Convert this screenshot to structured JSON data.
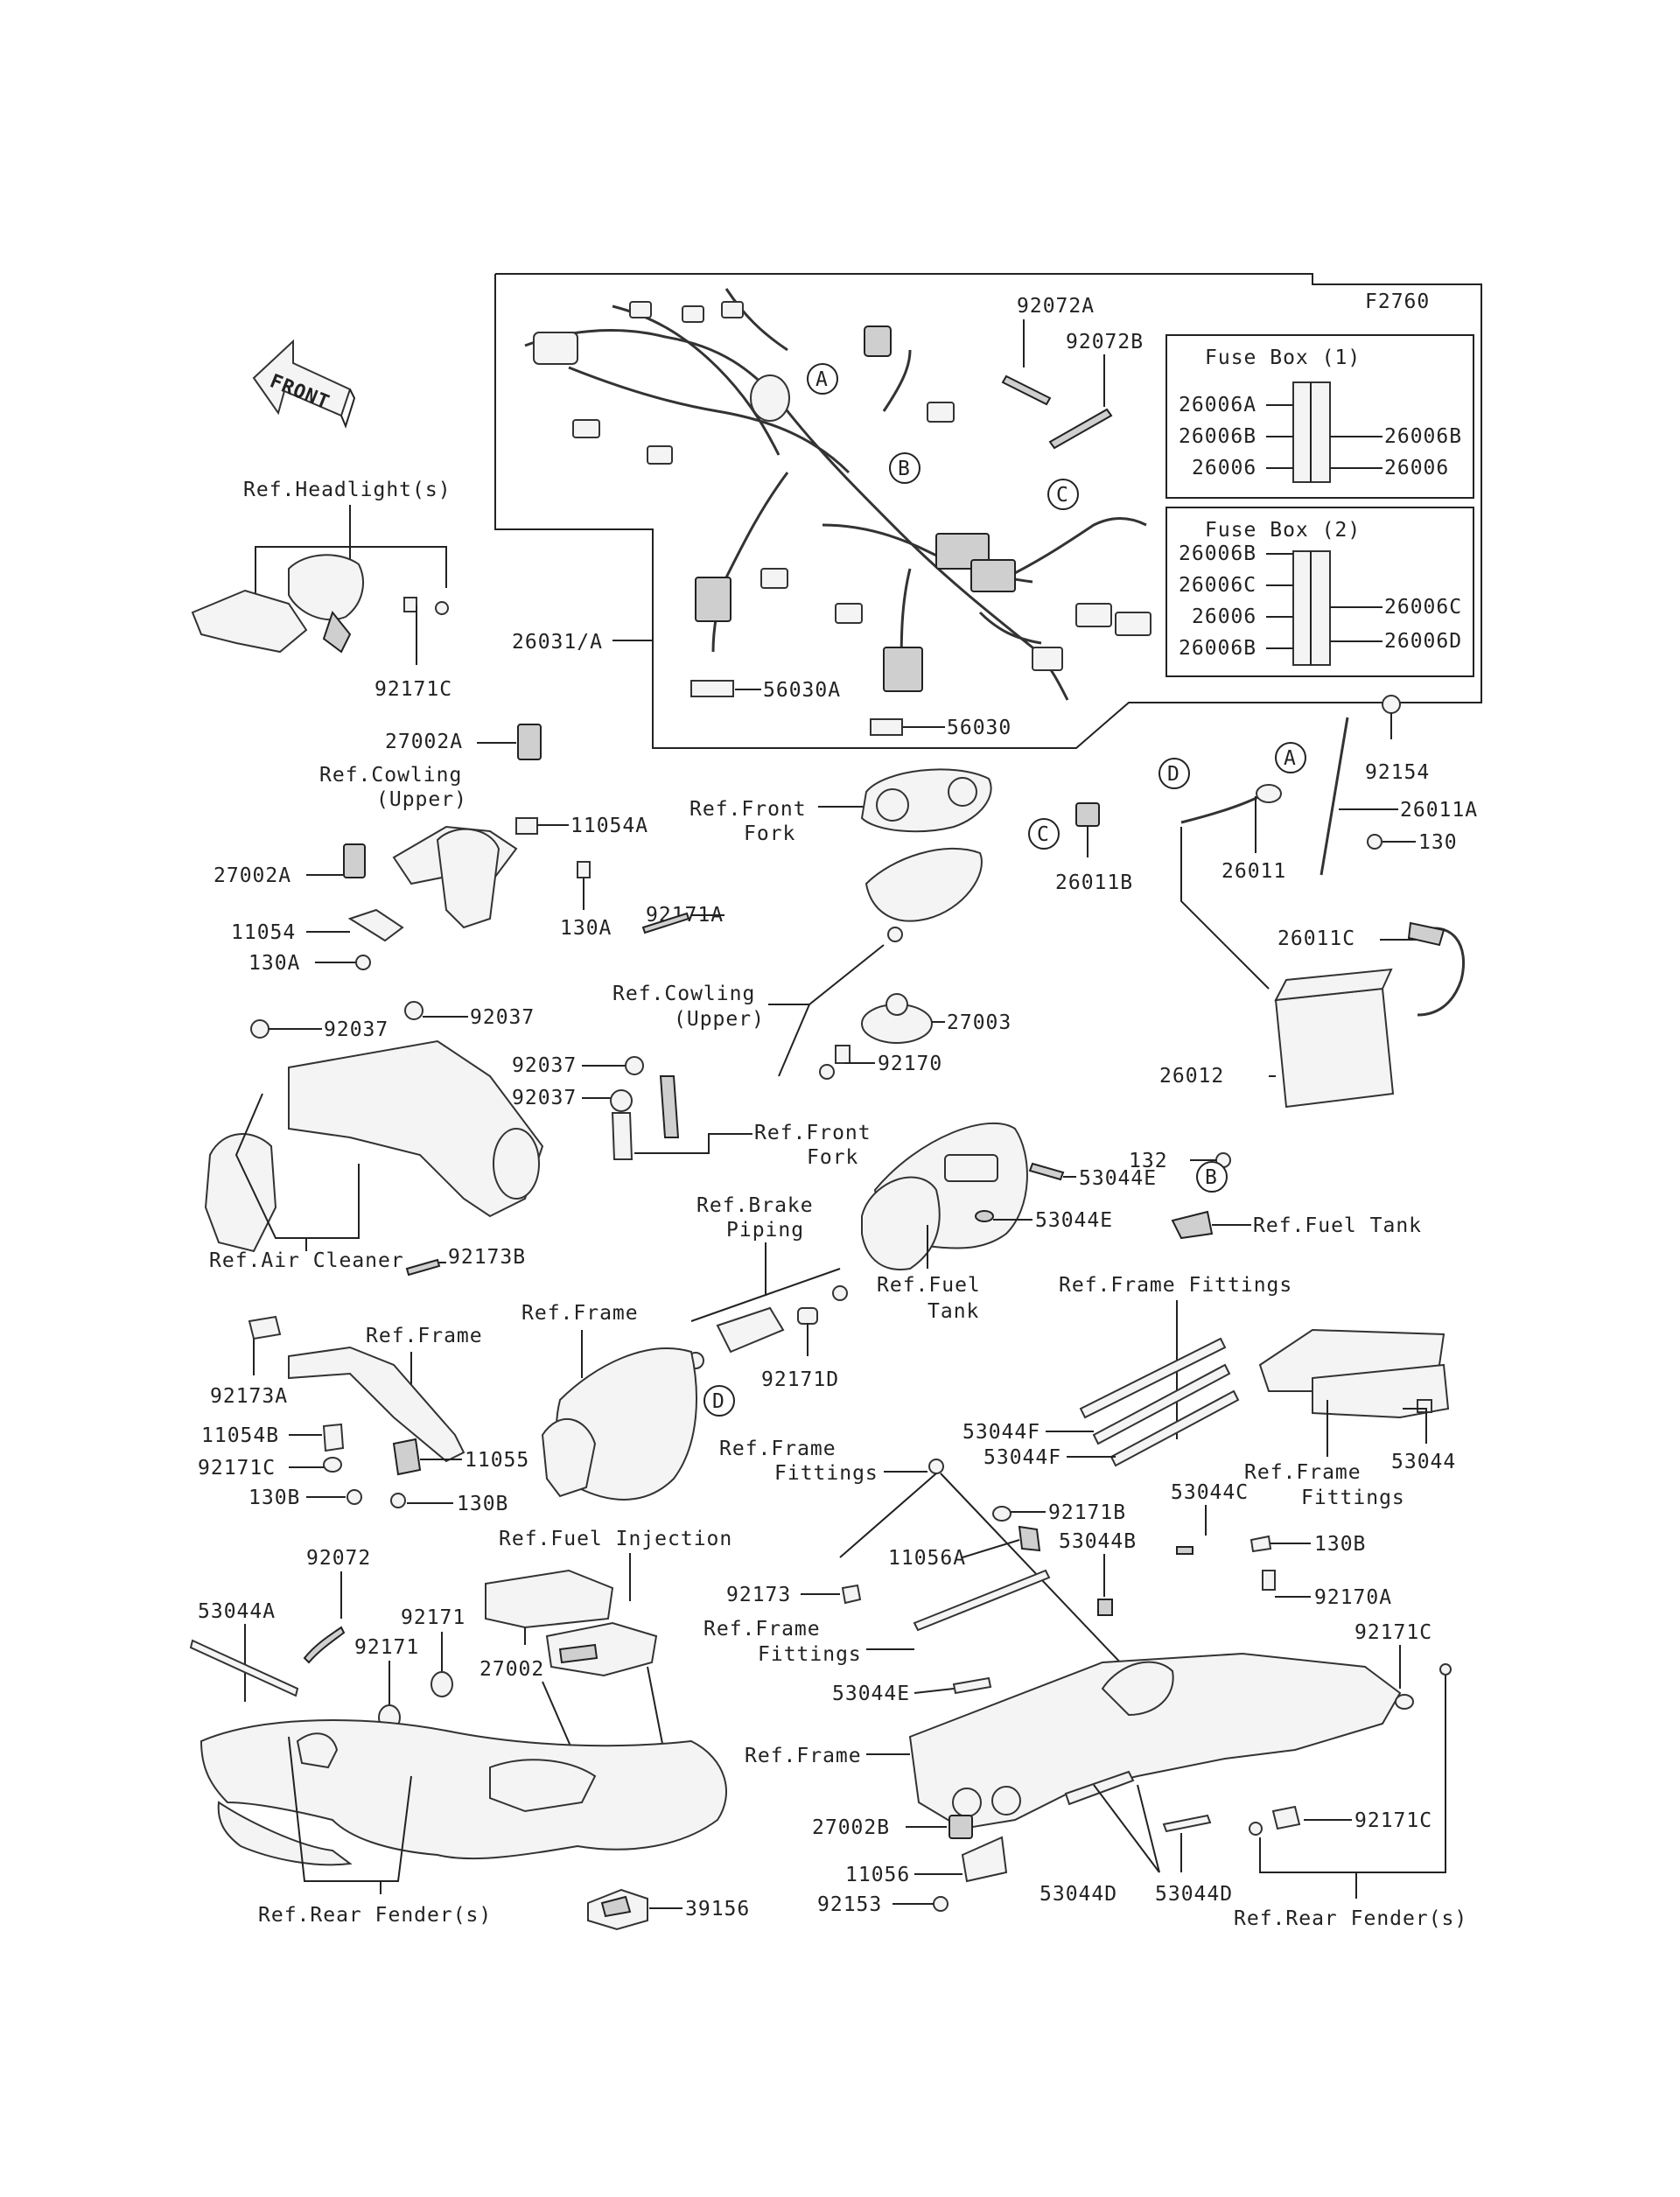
{
  "diagram_code": "F2760",
  "front_label": "FRONT",
  "fuse_box_1": {
    "title": "Fuse Box (1)",
    "left": [
      "26006A",
      "26006B",
      "26006"
    ],
    "right": [
      "26006B",
      "26006"
    ]
  },
  "fuse_box_2": {
    "title": "Fuse Box (2)",
    "left": [
      "26006B",
      "26006C",
      "26006",
      "26006B"
    ],
    "right": [
      "26006C",
      "26006D"
    ]
  },
  "callouts": [
    "A",
    "B",
    "C",
    "D"
  ],
  "parts": {
    "p92072A": "92072A",
    "p92072B": "92072B",
    "p26031A": "26031/A",
    "p56030A": "56030A",
    "p56030": "56030",
    "p92154": "92154",
    "p26011A": "26011A",
    "p130": "130",
    "p26011": "26011",
    "p26011B": "26011B",
    "p26011C": "26011C",
    "p26012": "26012",
    "p132": "132",
    "p92171C_top": "92171C",
    "p27002A_1": "27002A",
    "p11054A": "11054A",
    "p27002A_2": "27002A",
    "p130A_1": "130A",
    "p11054": "11054",
    "p130A_2": "130A",
    "p92171A": "92171A",
    "p27003": "27003",
    "p92170": "92170",
    "p92037_1": "92037",
    "p92037_2": "92037",
    "p92037_3": "92037",
    "p92037_4": "92037",
    "p53044E_1": "53044E",
    "p53044E_2": "53044E",
    "p92173B": "92173B",
    "p92173A": "92173A",
    "p11054B": "11054B",
    "p92171C_mid": "92171C",
    "p130B_1": "130B",
    "p11055": "11055",
    "p130B_2": "130B",
    "p92171D": "92171D",
    "p53044F_1": "53044F",
    "p53044F_2": "53044F",
    "p53044": "53044",
    "p92171B": "92171B",
    "p53044C": "53044C",
    "p11056A": "11056A",
    "p53044B": "53044B",
    "p130B_3": "130B",
    "p92170A": "92170A",
    "p92173": "92173",
    "p53044E_3": "53044E",
    "p92171C_bot1": "92171C",
    "p92171C_bot2": "92171C",
    "p27002B": "27002B",
    "p11056": "11056",
    "p92153": "92153",
    "p53044D_1": "53044D",
    "p53044D_2": "53044D",
    "p92072": "92072",
    "p53044A": "53044A",
    "p92171_1": "92171",
    "p92171_2": "92171",
    "p27002": "27002",
    "p39156": "39156"
  },
  "refs": {
    "headlight": "Ref.Headlight(s)",
    "cowling_upper_1a": "Ref.Cowling",
    "cowling_upper_1b": "(Upper)",
    "front_fork_1a": "Ref.Front",
    "front_fork_1b": "Fork",
    "cowling_upper_2a": "Ref.Cowling",
    "cowling_upper_2b": "(Upper)",
    "front_fork_2a": "Ref.Front",
    "front_fork_2b": "Fork",
    "air_cleaner": "Ref.Air Cleaner",
    "fuel_tank_1": "Ref.Fuel Tank",
    "fuel_tank_2a": "Ref.Fuel",
    "fuel_tank_2b": "Tank",
    "brake_piping_a": "Ref.Brake",
    "brake_piping_b": "Piping",
    "frame_1": "Ref.Frame",
    "frame_2": "Ref.Frame",
    "frame_fittings_1": "Ref.Frame Fittings",
    "frame_fittings_2a": "Ref.Frame",
    "frame_fittings_2b": "Fittings",
    "frame_fittings_3a": "Ref.Frame",
    "frame_fittings_3b": "Fittings",
    "frame_fittings_4a": "Ref.Frame",
    "frame_fittings_4b": "Fittings",
    "fuel_injection": "Ref.Fuel Injection",
    "frame_3": "Ref.Frame",
    "rear_fender_1": "Ref.Rear Fender(s)",
    "rear_fender_2": "Ref.Rear Fender(s)"
  }
}
